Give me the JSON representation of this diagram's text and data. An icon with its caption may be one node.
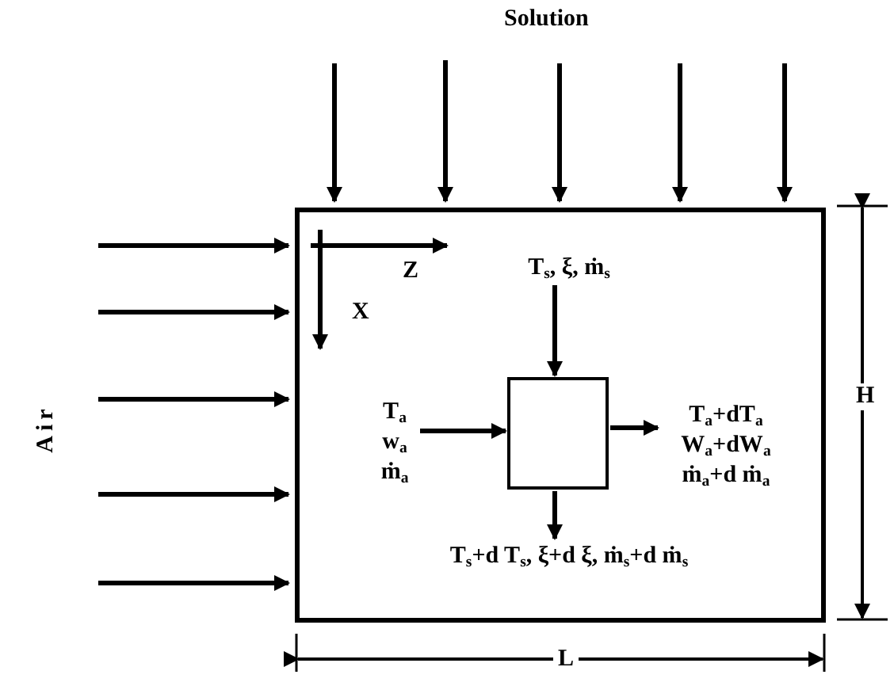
{
  "diagram": {
    "nodes": [
      {
        "text": [],
        "shape": "box"
      },
      {
        "text": [],
        "shape": "box",
        "in": 0
      },
      {
        "text": [
          "T$_{s}$,  ξ,  ṁ$_{s}$"
        ],
        "in": 0
      },
      {
        "text": [
          "T$_{a}$ w$_{a}$ ṁ$_{a}$"
        ],
        "in": 0
      },
      {
        "text": [
          "T$_{a}$+dT$_{a}$ W$_{a}$+dW$_{a}$ ṁ$_{a}$+d ṁ$_{a}$"
        ],
        "in": 0
      },
      {
        "text": [
          "T$_{s}$+d T$_{s}$,  ξ+d ξ,  ṁ$_{s}$+d ṁ$_{s}$"
        ],
        "in": 0
      }
    ],
    "edges": [
      {
        "from": null,
        "to": 0,
        "arrow": "to"
      },
      {
        "from": null,
        "to": 0,
        "arrow": "to"
      },
      {
        "from": null,
        "to": 0,
        "arrow": "to"
      },
      {
        "from": null,
        "to": 0,
        "arrow": "to"
      },
      {
        "from": null,
        "to": 0,
        "arrow": "to"
      },
      {
        "from": null,
        "to": 0,
        "arrow": "to"
      },
      {
        "from": null,
        "to": 0,
        "arrow": "to"
      },
      {
        "from": null,
        "to": 0,
        "arrow": "to"
      },
      {
        "from": null,
        "to": 0,
        "arrow": "to"
      },
      {
        "from": null,
        "to": 0,
        "arrow": "to"
      },
      {
        "from": 2,
        "to": 1,
        "arrow": "to"
      },
      {
        "from": 3,
        "to": 1,
        "arrow": "to"
      },
      {
        "from": 1,
        "to": 4,
        "arrow": "to"
      },
      {
        "from": 1,
        "to": 5,
        "arrow": "to"
      }
    ],
    "labels": [
      "Solution",
      "Air",
      "Z",
      "X",
      "H",
      "L"
    ]
  }
}
